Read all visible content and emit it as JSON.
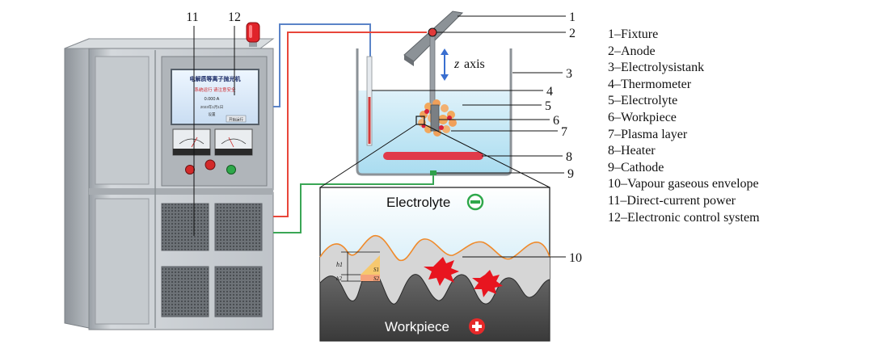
{
  "callouts": {
    "n1": "1",
    "n2": "2",
    "n3": "3",
    "n4": "4",
    "n5": "5",
    "n6": "6",
    "n7": "7",
    "n8": "8",
    "n9": "9",
    "n10": "10",
    "n11": "11",
    "n12": "12"
  },
  "axis_label_z": "z",
  "axis_label_word": "axis",
  "zoom": {
    "electrolyte": "Electrolyte",
    "workpiece": "Workpiece",
    "h1": "h1",
    "h2": "h2",
    "s1": "S1",
    "s2": "S2"
  },
  "panel_text": {
    "title": "电解质等离子抛光机",
    "line_red": "系统运行  请注意安全",
    "line_value": "0.000  A",
    "line_date": "2023年1月1日",
    "line_label": "设置",
    "button": "开始运行"
  },
  "legend": [
    "1–Fixture",
    "2–Anode",
    "3–Electrolysistank",
    "4–Thermometer",
    "5–Electrolyte",
    "6–Workpiece",
    "7–Plasma layer",
    "8–Heater",
    "9–Cathode",
    "10–Vapour gaseous envelope",
    "11–Direct-current power",
    "12–Electronic control system"
  ],
  "colors": {
    "anode_wire": "#e8463a",
    "cathode_wire": "#3aa655",
    "signal_wire": "#5b84c8",
    "electrolyte": "#bfe3f3",
    "heater": "#e03a4a",
    "plasma": "#f0a05a",
    "vapour_outline": "#f08a2a",
    "workpiece": "#5a5a5a",
    "cabinet": "#c8ccd0"
  }
}
